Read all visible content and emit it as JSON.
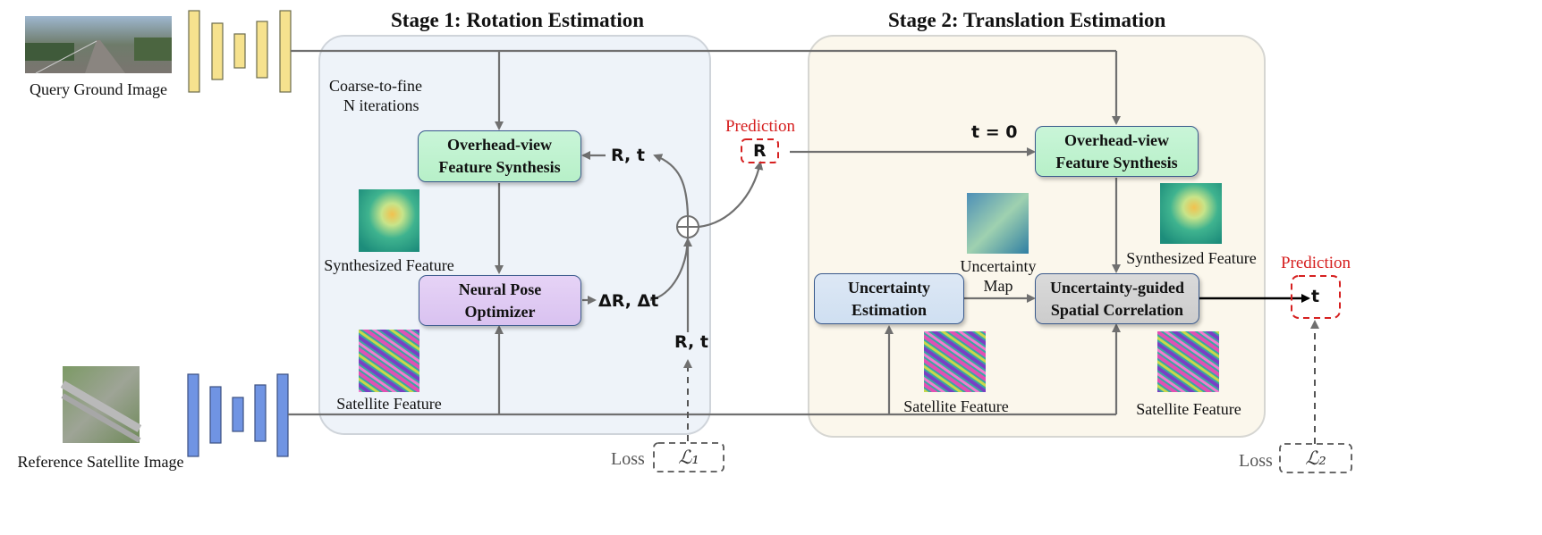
{
  "stage1": {
    "title": "Stage 1: Rotation Estimation",
    "note_line1": "Coarse-to-fine",
    "note_line2": "N iterations"
  },
  "stage2": {
    "title": "Stage 2: Translation Estimation"
  },
  "inputs": {
    "ground_label": "Query Ground Image",
    "satellite_label": "Reference Satellite Image"
  },
  "modules": {
    "ovfs1": [
      "Overhead-view",
      "Feature Synthesis"
    ],
    "npo": [
      "Neural Pose",
      "Optimizer"
    ],
    "ovfs2": [
      "Overhead-view",
      "Feature Synthesis"
    ],
    "unc": [
      "Uncertainty",
      "Estimation"
    ],
    "ugsc": [
      "Uncertainty-guided",
      "Spatial Correlation"
    ]
  },
  "features": {
    "synth1": "Synthesized Feature",
    "sat1": "Satellite Feature",
    "unc_map_line1": "Uncertainty",
    "unc_map_line2": "Map",
    "synth2": "Synthesized Feature",
    "sat2a": "Satellite Feature",
    "sat2b": "Satellite Feature"
  },
  "math": {
    "rt_top": "R, t",
    "delta": "ΔR, Δt",
    "rt_bottom": "R, t",
    "pred_R": "R",
    "t_zero": "t = 0",
    "pred_t": "t"
  },
  "prediction": {
    "label1": "Prediction",
    "label2": "Prediction"
  },
  "loss": {
    "word1": "Loss",
    "sym1": "ℒ₁",
    "word2": "Loss",
    "sym2": "ℒ₂"
  },
  "colors": {
    "encoder_ground": "#f6e28e",
    "encoder_satellite": "#7094e3",
    "stage1_bg": "#eef3f9",
    "stage2_bg": "#fbf7ec",
    "prediction_red": "#d62020",
    "arrow": "#707070"
  }
}
